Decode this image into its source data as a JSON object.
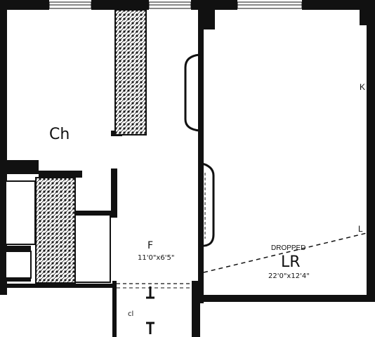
{
  "plan": {
    "line_color": "#111111",
    "fill_color": "#ffffff",
    "hatch_color": "#1a1a1a",
    "rooms": {
      "chamber": {
        "label": "Ch"
      },
      "foyer": {
        "label": "F",
        "dimensions": "11'0\"x6'5\""
      },
      "living_room": {
        "label": "LR",
        "note": "DROPPED",
        "dimensions": "22'0\"x12'4\""
      },
      "closet": {
        "label": "cl"
      }
    },
    "markers": {
      "right_top": "K",
      "right_bottom": "L"
    }
  }
}
